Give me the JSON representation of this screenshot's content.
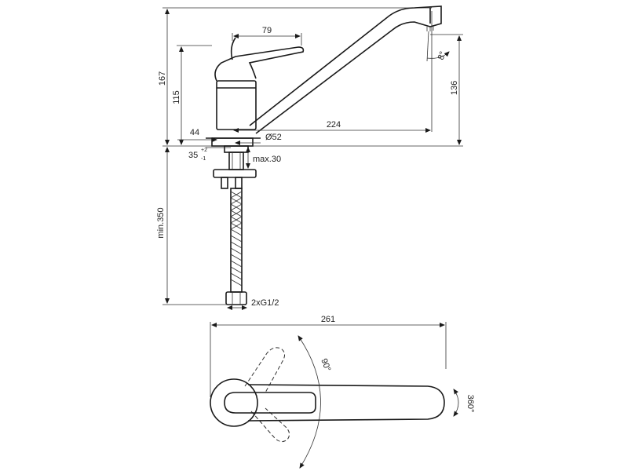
{
  "dimensions": {
    "height_total": "167",
    "height_body": "115",
    "handle_length": "79",
    "spout_reach": "224",
    "base_width": "44",
    "base_diameter": "Ø52",
    "hole_diameter": "35",
    "hole_tol_plus": "+2",
    "hole_tol_minus": "-1",
    "max_thickness": "max.30",
    "spout_height": "136",
    "spout_angle": "8°",
    "hose_length": "min.350",
    "connection": "2xG1/2",
    "top_length": "261",
    "handle_rotation": "90°",
    "spout_rotation": "360°"
  }
}
